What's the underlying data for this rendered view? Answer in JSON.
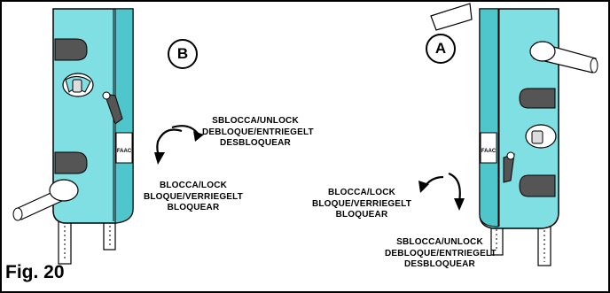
{
  "figure_label": "Fig. 20",
  "panels": {
    "b": {
      "badge": "B",
      "unlock_text": [
        "SBLOCCA/UNLOCK",
        "DEBLOQUE/ENTRIEGELT",
        "DESBLOQUEAR"
      ],
      "lock_text": [
        "BLOCCA/LOCK",
        "BLOQUE/VERRIEGELT",
        "BLOQUEAR"
      ]
    },
    "a": {
      "badge": "A",
      "lock_text": [
        "BLOCCA/LOCK",
        "BLOQUE/VERRIEGELT",
        "BLOQUEAR"
      ],
      "unlock_text": [
        "SBLOCCA/UNLOCK",
        "DEBLOQUE/ENTRIEGELT",
        "DESBLOQUEAR"
      ]
    }
  },
  "logo_text": "FAAC",
  "colors": {
    "body": "#7fdfe2",
    "body_dark": "#4ec6cc",
    "outline": "#000000",
    "window": "#555555"
  }
}
